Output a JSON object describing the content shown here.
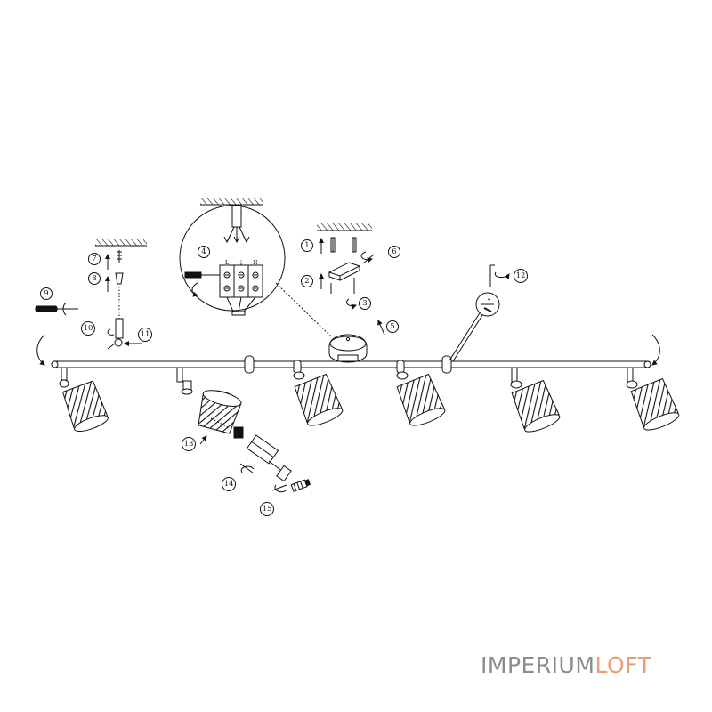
{
  "diagram": {
    "steps": [
      "1",
      "2",
      "3",
      "4",
      "5",
      "6",
      "7",
      "8",
      "9",
      "10",
      "11",
      "12",
      "13",
      "14",
      "15"
    ],
    "terminal_labels": [
      "L",
      "⏚",
      "N"
    ]
  },
  "brand": {
    "part1": "IMPERIUM",
    "part2": "LOFT",
    "color1": "#8c8c8c",
    "color2": "#e7a076"
  },
  "shades": [
    "shade",
    "shade",
    "shade",
    "shade",
    "shade",
    "shade"
  ],
  "stroke_color": "#111111"
}
